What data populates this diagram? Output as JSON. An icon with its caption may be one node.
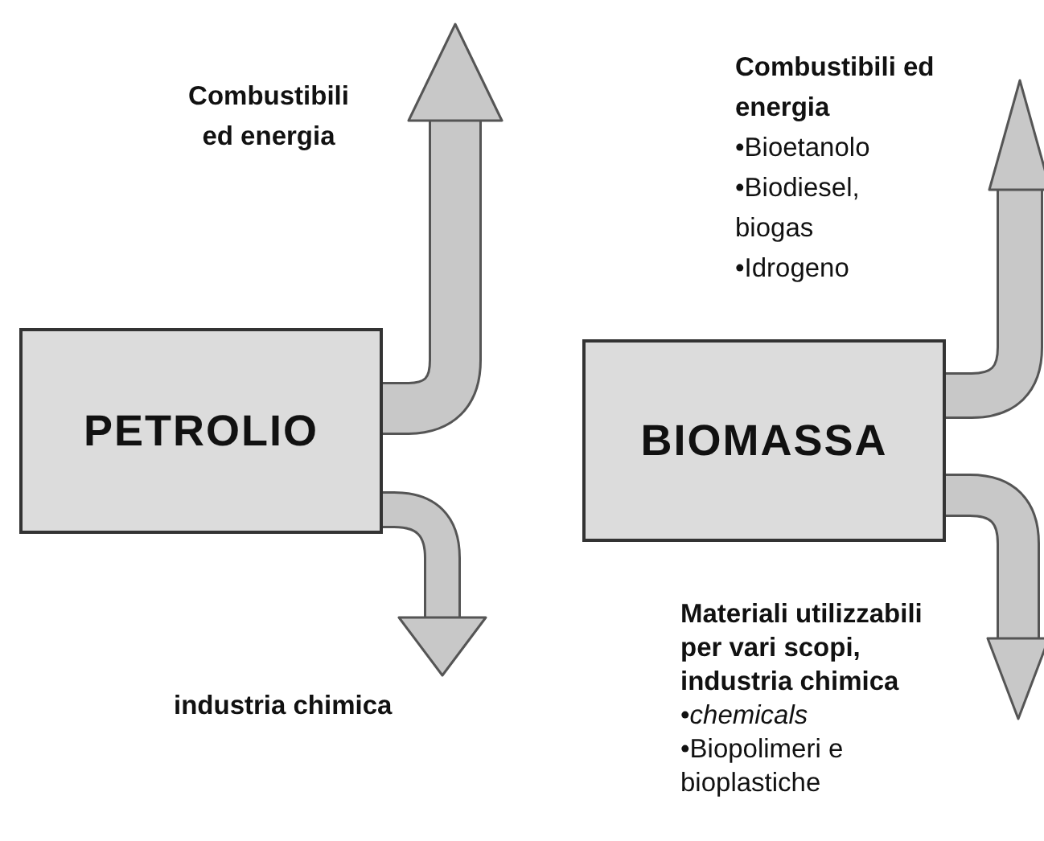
{
  "diagram": {
    "nodes": [
      {
        "text": [
          "PETROLIO"
        ]
      },
      {
        "text": [
          "Combustibili ed energia"
        ]
      },
      {
        "text": [
          "industria chimica"
        ]
      },
      {
        "text": [
          "BIOMASSA"
        ]
      },
      {
        "text": [
          "Combustibili ed energia",
          "•Bioetanolo",
          "•Biodiesel, biogas",
          "•Idrogeno"
        ]
      },
      {
        "text": [
          "Materiali utilizzabili per vari scopi, industria chimica",
          "•*chemicals*",
          "•Biopolimeri e bioplastiche"
        ]
      }
    ],
    "edges": [
      {
        "from": 0,
        "to": 1,
        "arrow": "to"
      },
      {
        "from": 0,
        "to": 2,
        "arrow": "to"
      },
      {
        "from": 3,
        "to": 4,
        "arrow": "to"
      },
      {
        "from": 3,
        "to": 5,
        "arrow": "to"
      }
    ]
  }
}
